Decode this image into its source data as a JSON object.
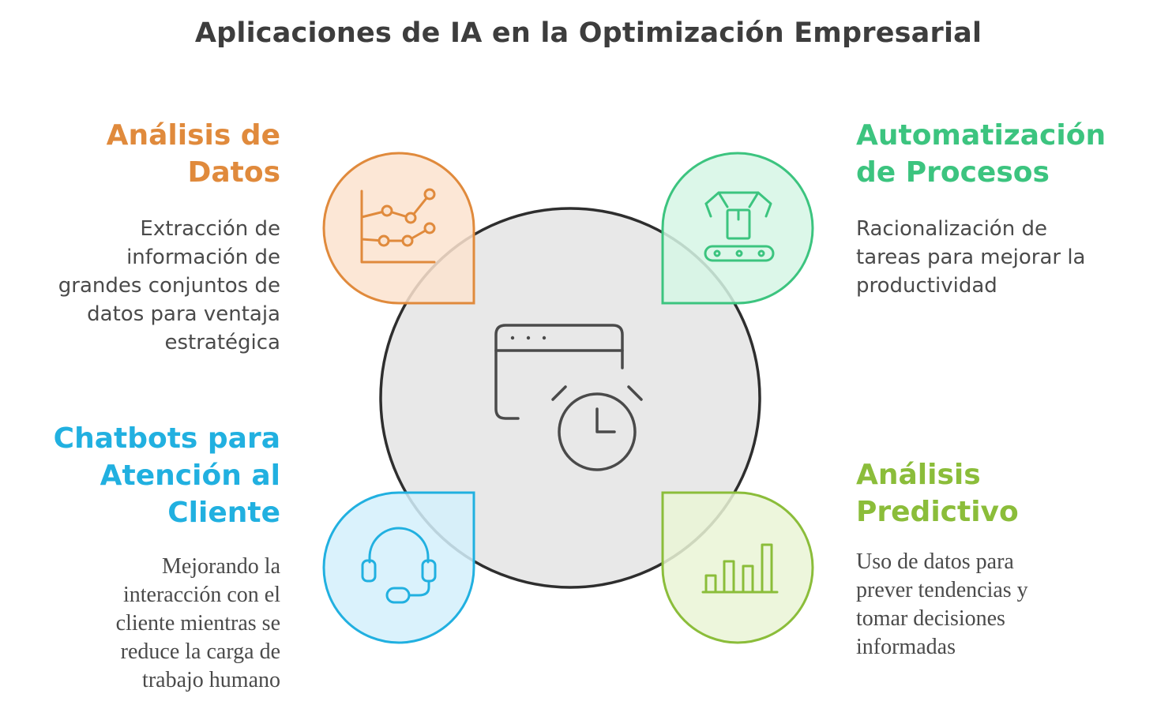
{
  "title": "Aplicaciones de IA en la Optimización Empresarial",
  "colors": {
    "orange": "#e08a3c",
    "orange_fill": "#fbe3cf",
    "green": "#3cc47f",
    "green_fill": "#d6f6e5",
    "blue": "#21b0e0",
    "blue_fill": "#d3f0fb",
    "lime": "#8bbd3a",
    "lime_fill": "#eaf5d6",
    "center_fill": "#e8e8e8",
    "center_stroke": "#2e2e2e",
    "icon_gray": "#4a4a4a"
  },
  "center": {
    "icon": "browser-clock-icon"
  },
  "items": [
    {
      "heading_line1": "Análisis de",
      "heading_line2": "Datos",
      "description": [
        "Extracción de",
        "información de",
        "grandes conjuntos de",
        "datos para ventaja",
        "estratégica"
      ],
      "icon": "line-chart-icon"
    },
    {
      "heading_line1": "Automatización",
      "heading_line2": "de Procesos",
      "description": [
        "Racionalización de",
        "tareas para mejorar la",
        "productividad"
      ],
      "icon": "robot-arm-conveyor-icon"
    },
    {
      "heading_line1": "Chatbots para",
      "heading_line2": "Atención al",
      "heading_line3": "Cliente",
      "description": [
        "Mejorando la",
        "interacción con el",
        "cliente mientras se",
        "reduce la carga de",
        "trabajo humano"
      ],
      "icon": "headset-icon"
    },
    {
      "heading_line1": "Análisis",
      "heading_line2": "Predictivo",
      "description": [
        "Uso de datos para",
        "prever tendencias y",
        "tomar decisiones",
        "informadas"
      ],
      "icon": "bar-chart-icon"
    }
  ]
}
